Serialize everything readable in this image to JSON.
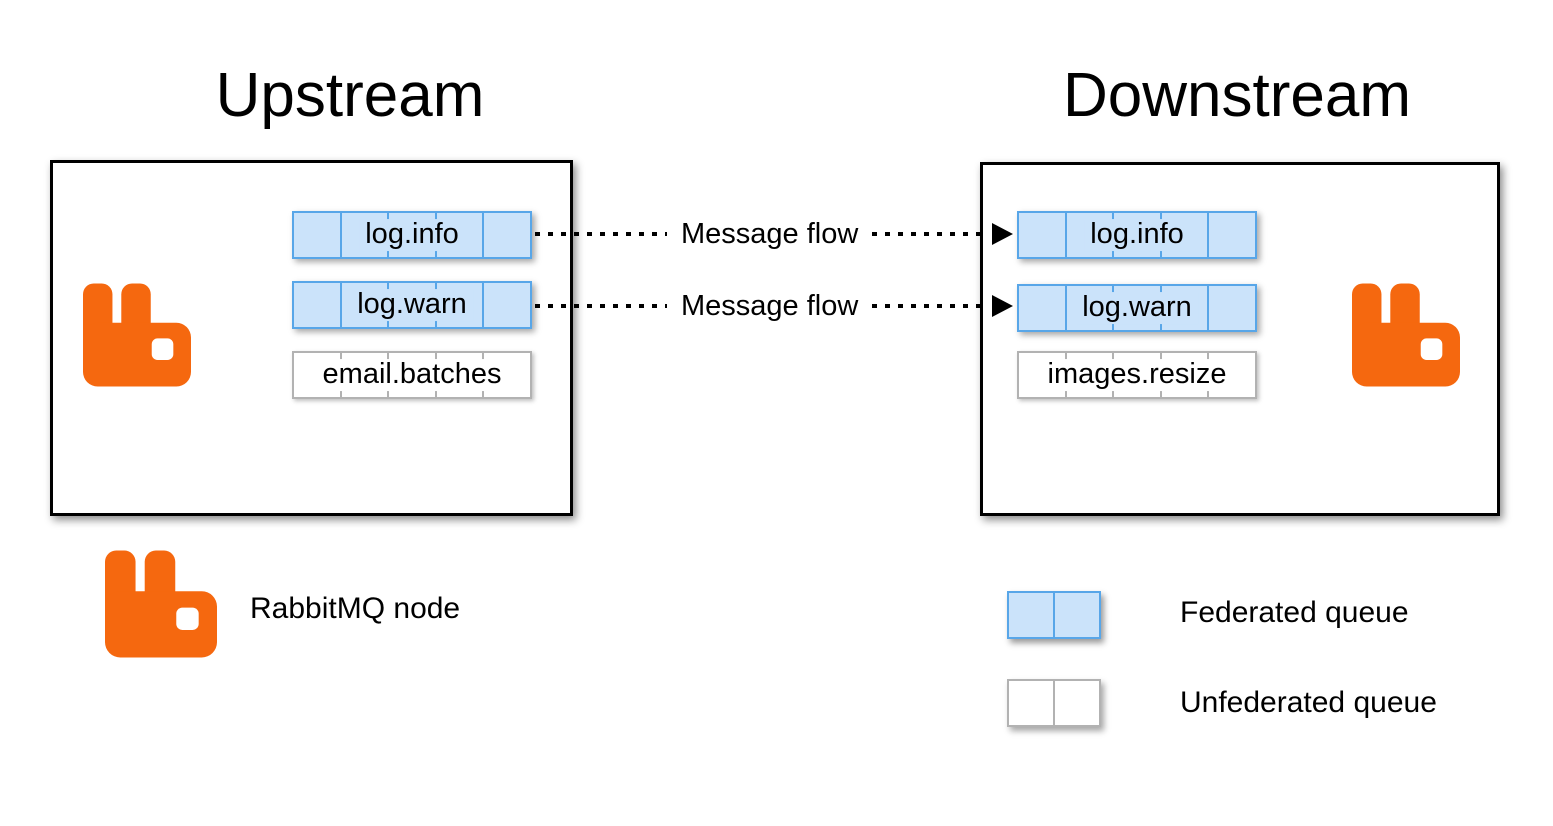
{
  "titles": {
    "upstream": "Upstream",
    "downstream": "Downstream"
  },
  "upstream": {
    "queues": [
      {
        "label": "log.info",
        "type": "federated"
      },
      {
        "label": "log.warn",
        "type": "federated"
      },
      {
        "label": "email.batches",
        "type": "unfederated"
      }
    ]
  },
  "downstream": {
    "queues": [
      {
        "label": "log.info",
        "type": "federated"
      },
      {
        "label": "log.warn",
        "type": "federated"
      },
      {
        "label": "images.resize",
        "type": "unfederated"
      }
    ]
  },
  "flows": [
    {
      "label": "Message flow"
    },
    {
      "label": "Message flow"
    }
  ],
  "legend": {
    "node": "RabbitMQ node",
    "federated": "Federated queue",
    "unfederated": "Unfederated queue"
  },
  "colors": {
    "rabbit_orange": "#f5680f",
    "federated_fill": "#cbe3fa",
    "federated_border": "#58a6e8",
    "unfederated_fill": "#ffffff",
    "unfederated_border": "#b2b2b2"
  }
}
